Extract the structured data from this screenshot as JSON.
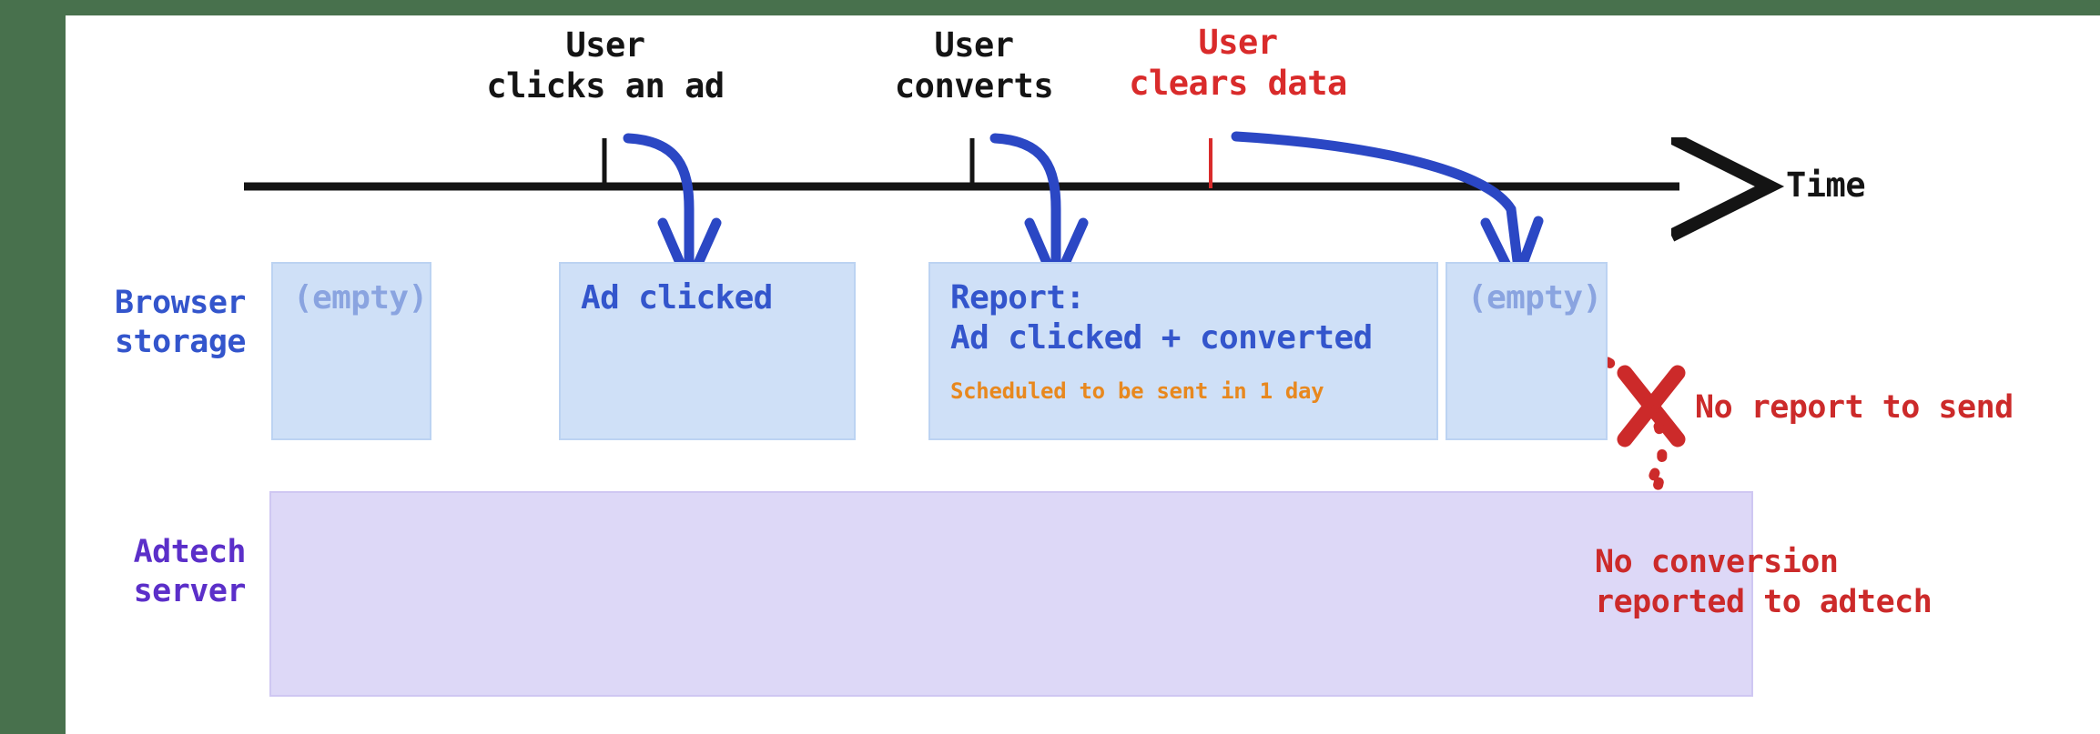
{
  "theme": {
    "band_green": "#48714d",
    "timeline_black": "#141414",
    "event_red": "#d92b2b",
    "browser_blue": "#3355cc",
    "browser_box_fill": "#cfe0f7",
    "empty_text_blue": "#8aa4e0",
    "adtech_purple": "#5b2fc9",
    "adtech_box_fill": "#ddd8f7",
    "arrow_blue": "#2b47c4",
    "orange": "#e8881e",
    "note_red": "#cc2a2a"
  },
  "timeline": {
    "axis_label": "Time",
    "events": [
      {
        "id": "click",
        "label": "User\nclicks an ad",
        "color": "black"
      },
      {
        "id": "convert",
        "label": "User\nconverts",
        "color": "black"
      },
      {
        "id": "clear",
        "label": "User\nclears data",
        "color": "red"
      }
    ]
  },
  "rows": {
    "browser": {
      "label": "Browser\nstorage"
    },
    "adtech": {
      "label": "Adtech\nserver"
    }
  },
  "browser_storage_states": [
    {
      "id": "state-initial",
      "text": "(empty)",
      "empty": true,
      "sub": ""
    },
    {
      "id": "state-clicked",
      "text": "Ad clicked",
      "empty": false,
      "sub": ""
    },
    {
      "id": "state-report",
      "text": "Report:\nAd clicked + converted",
      "empty": false,
      "sub": "Scheduled to be sent in 1 day"
    },
    {
      "id": "state-cleared",
      "text": "(empty)",
      "empty": true,
      "sub": ""
    }
  ],
  "annotations": {
    "no_report": "No report to send",
    "no_conversion": "No conversion\nreported to adtech"
  }
}
